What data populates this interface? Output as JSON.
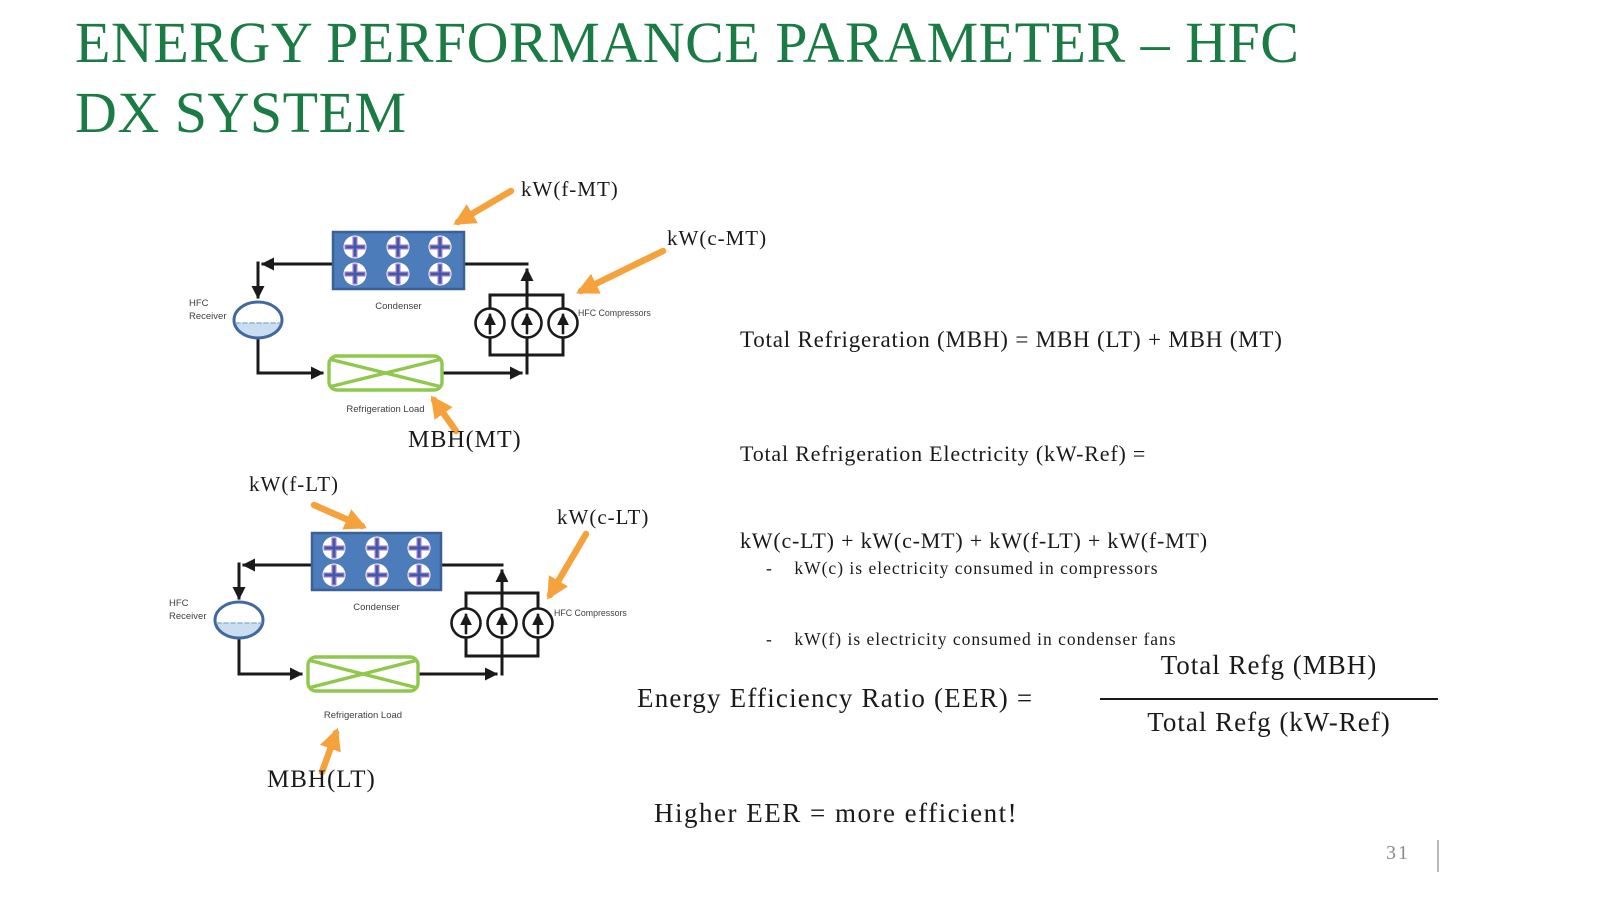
{
  "title": {
    "line1": "ENERGY PERFORMANCE PARAMETER – HFC",
    "line2": "DX SYSTEM"
  },
  "diagram_mt": {
    "fan_power_label": "kW(f-MT)",
    "compressor_power_label": "kW(c-MT)",
    "load_power_label": "MBH(MT)",
    "condenser_label": "Condenser",
    "receiver_label_line1": "HFC",
    "receiver_label_line2": "Receiver",
    "compressors_label": "HFC Compressors",
    "load_label": "Refrigeration Load"
  },
  "diagram_lt": {
    "fan_power_label": "kW(f-LT)",
    "compressor_power_label": "kW(c-LT)",
    "load_power_label": "MBH(LT)",
    "condenser_label": "Condenser",
    "receiver_label_line1": "HFC",
    "receiver_label_line2": "Receiver",
    "compressors_label": "HFC Compressors",
    "load_label": "Refrigeration Load"
  },
  "equations": {
    "total_refrigeration": "Total Refrigeration (MBH) = MBH (LT) + MBH (MT)",
    "total_electricity_line1": "Total Refrigeration Electricity (kW-Ref) =",
    "total_electricity_line2": "kW(c-LT) + kW(c-MT) + kW(f-LT) + kW(f-MT)",
    "note1": "-    kW(c) is electricity consumed in compressors",
    "note2": "-    kW(f) is electricity consumed in condenser fans",
    "eer_label": "Energy Efficiency Ratio (EER) =",
    "eer_numerator": "Total Refg (MBH)",
    "eer_denominator": "Total Refg (kW-Ref)",
    "conclusion": "Higher EER = more efficient!"
  },
  "footer": {
    "page_number": "31"
  },
  "colors": {
    "title_green": "#1b7b44",
    "arrow_orange": "#f5a23c",
    "condenser_fill": "#4d7cbb",
    "condenser_border": "#3a6096",
    "fan_cross_blue": "#3c5ba8",
    "fan_cross_purple": "#9c75c4",
    "receiver_border": "#41699f",
    "receiver_liquid": "#cbddf0",
    "load_green": "#8fc84c",
    "pipe_black": "#1a1a1a",
    "footer_gray": "#8a8a8a"
  }
}
